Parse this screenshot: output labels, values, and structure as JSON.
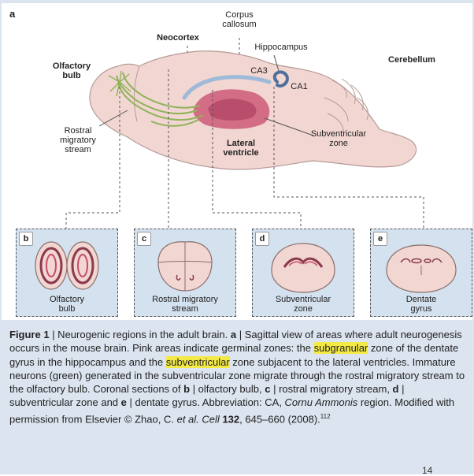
{
  "figure": {
    "panel_a_letter": "a",
    "labels": {
      "corpus_callosum": [
        "Corpus",
        "callosum"
      ],
      "neocortex": "Neocortex",
      "hippocampus": "Hippocampus",
      "cerebellum": "Cerebellum",
      "olfactory_bulb": [
        "Olfactory",
        "bulb"
      ],
      "ca3": "CA3",
      "ca1": "CA1",
      "rostral_migratory_stream": [
        "Rostral",
        "migratory",
        "stream"
      ],
      "lateral_ventricle": [
        "Lateral",
        "ventricle"
      ],
      "subventricular_zone": [
        "Subventricular",
        "zone"
      ]
    },
    "panels": [
      {
        "letter": "b",
        "caption": [
          "Olfactory",
          "bulb"
        ]
      },
      {
        "letter": "c",
        "caption": [
          "Rostral migratory",
          "stream"
        ]
      },
      {
        "letter": "d",
        "caption": [
          "Subventricular",
          "zone"
        ]
      },
      {
        "letter": "e",
        "caption": [
          "Dentate",
          "gyrus"
        ]
      }
    ]
  },
  "caption": {
    "fig_label": "Figure 1",
    "t1": " | Neurogenic regions in the adult brain. ",
    "a": "a",
    "t2": " | Sagittal view of areas where adult neurogenesis occurs in the mouse brain. Pink areas indicate germinal zones: the ",
    "hl1": "subgranular",
    "t3": " zone of the dentate gyrus in the hippocampus and the ",
    "hl2": "subventricular",
    "t4": " zone subjacent to the lateral ventricles. Immature neurons (green) generated in the subventricular zone migrate through the rostral migratory stream to the olfactory bulb. Coronal sections of ",
    "b": "b",
    "t5": " | olfactory bulb, ",
    "c": "c",
    "t6": " | rostral migratory stream, ",
    "d": "d",
    "t7": " | subventricular zone and ",
    "e": "e",
    "t8": " | dentate gyrus. Abbreviation: CA, ",
    "cornu": "Cornu Ammonis",
    "t9": " region. Modified with permission from Elsevier © Zhao, C. ",
    "etal": "et al.",
    "cell": "Cell",
    "vol": "132",
    "t10": ", 645–660 (2008).",
    "ref": "112"
  },
  "page_number": "14",
  "colors": {
    "brain_fill": "#f1d6d2",
    "brain_outline": "#b59a96",
    "germinal_zone": "#c84a6c",
    "migrating_neurons": "#8fb35a",
    "corpus_callosum": "#9fbad8",
    "hippocampus": "#4e6f9c",
    "panel_bg": "#d4e1ef",
    "highlight": "#f3ea45",
    "frame_bg": "#dce4f0"
  }
}
